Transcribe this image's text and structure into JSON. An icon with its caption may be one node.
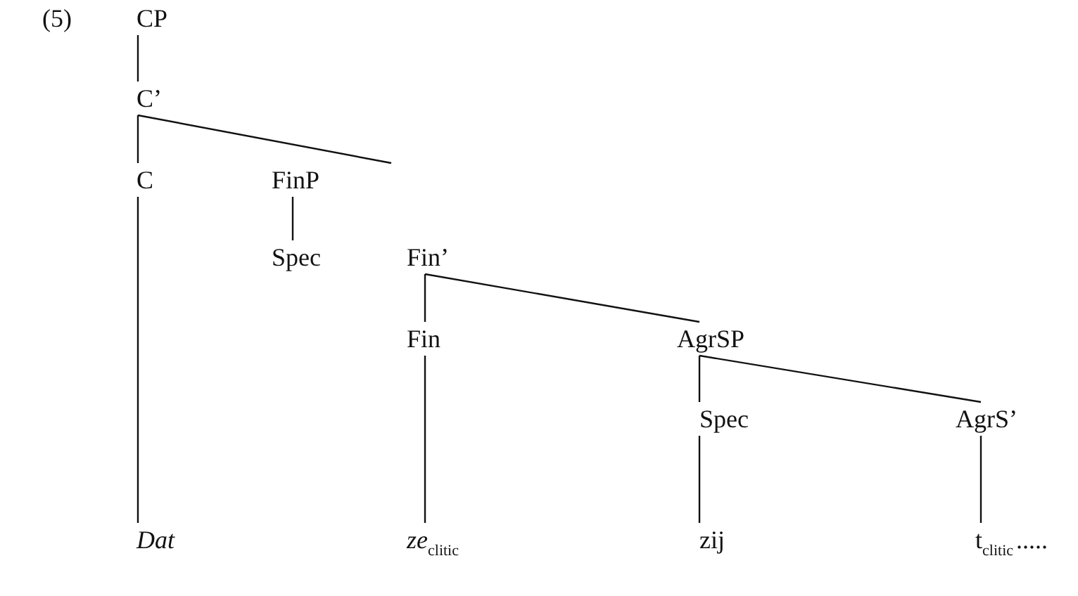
{
  "diagram": {
    "nodes": [
      {
        "text": [
          "CP"
        ]
      },
      {
        "text": [
          "C’"
        ]
      },
      {
        "text": [
          "C"
        ]
      },
      {
        "text": [
          "FinP"
        ]
      },
      {
        "text": [
          "Spec"
        ]
      },
      {
        "text": [
          "Fin’"
        ]
      },
      {
        "text": [
          "Fin"
        ]
      },
      {
        "text": [
          "AgrSP"
        ]
      },
      {
        "text": [
          "Spec"
        ]
      },
      {
        "text": [
          "AgrS’"
        ]
      },
      {
        "text": [
          "Dat"
        ]
      },
      {
        "text": [
          "*ze*$_{clitic}$"
        ]
      },
      {
        "text": [
          "zij"
        ]
      },
      {
        "text": [
          "t$_{clitic}$"
        ]
      }
    ],
    "edges": [
      {
        "from": 0,
        "to": 1,
        "arrow": "none"
      },
      {
        "from": 1,
        "to": 2,
        "arrow": "none"
      },
      {
        "from": 1,
        "to": 3,
        "arrow": "none"
      },
      {
        "from": 3,
        "to": 4,
        "arrow": "none"
      },
      {
        "from": 2,
        "to": 10,
        "arrow": "none"
      },
      {
        "from": 5,
        "to": 6,
        "arrow": "none"
      },
      {
        "from": 5,
        "to": 7,
        "arrow": "none"
      },
      {
        "from": 6,
        "to": 11,
        "arrow": "none"
      },
      {
        "from": 7,
        "to": 8,
        "arrow": "none"
      },
      {
        "from": 7,
        "to": 9,
        "arrow": "none"
      },
      {
        "from": 8,
        "to": 12,
        "arrow": "none"
      },
      {
        "from": 9,
        "to": 13,
        "arrow": "none"
      }
    ],
    "labels": [
      "(5)",
      "....."
    ]
  }
}
